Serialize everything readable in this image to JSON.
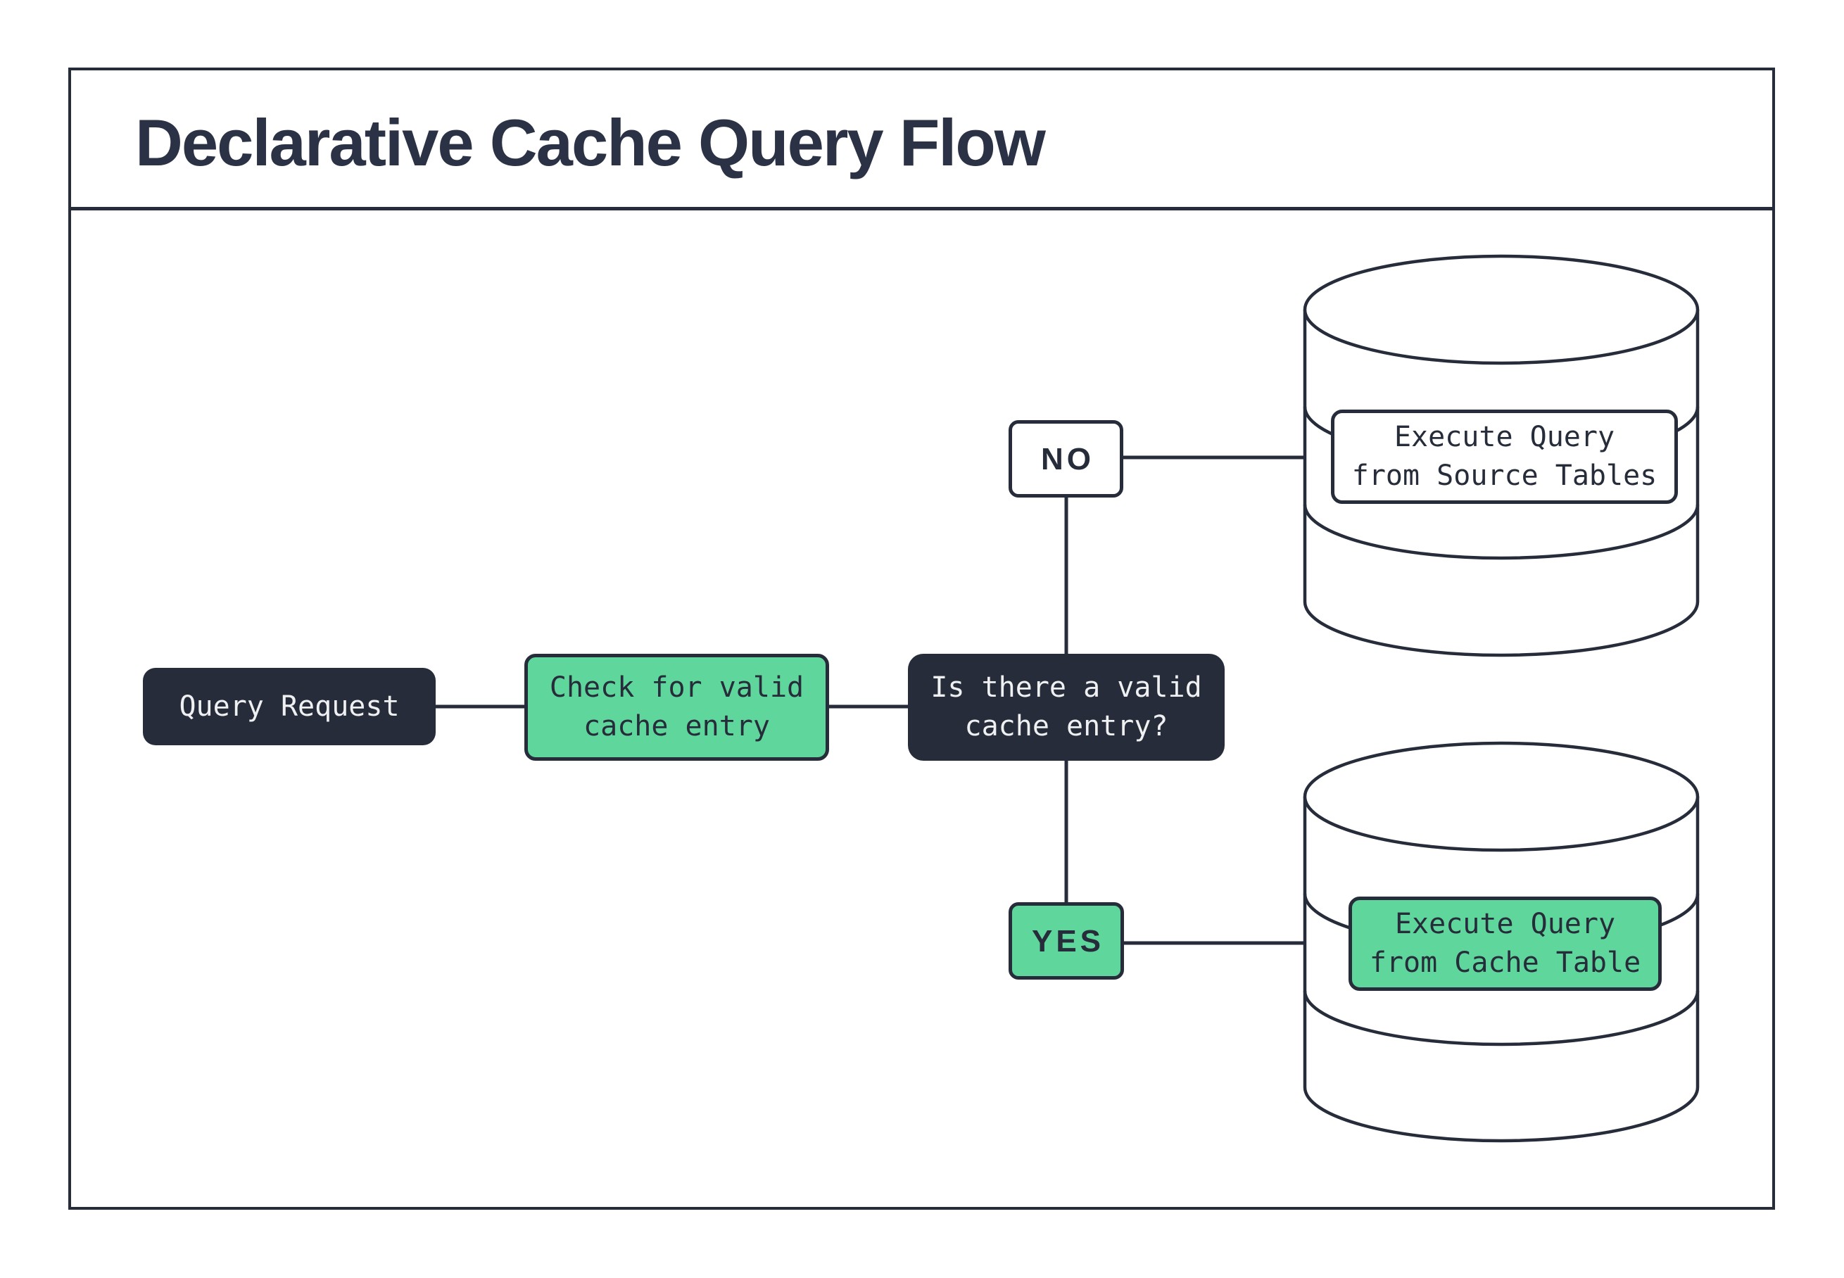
{
  "title": "Declarative Cache Query Flow",
  "colors": {
    "ink": "#262c3a",
    "green": "#5fd69b",
    "background": "#ffffff",
    "light_text": "#eef0f1",
    "title_text": "#2b3245"
  },
  "nodes": {
    "query_request": {
      "label": "Query Request"
    },
    "check_cache": {
      "line1": "Check for valid",
      "line2": "cache entry"
    },
    "decision": {
      "line1": "Is there a valid",
      "line2": "cache entry?"
    },
    "no_branch": {
      "label": "NO"
    },
    "yes_branch": {
      "label": "YES"
    },
    "source_db": {
      "line1": "Execute Query",
      "line2": "from Source Tables"
    },
    "cache_db": {
      "line1": "Execute Query",
      "line2": "from Cache Table"
    }
  }
}
